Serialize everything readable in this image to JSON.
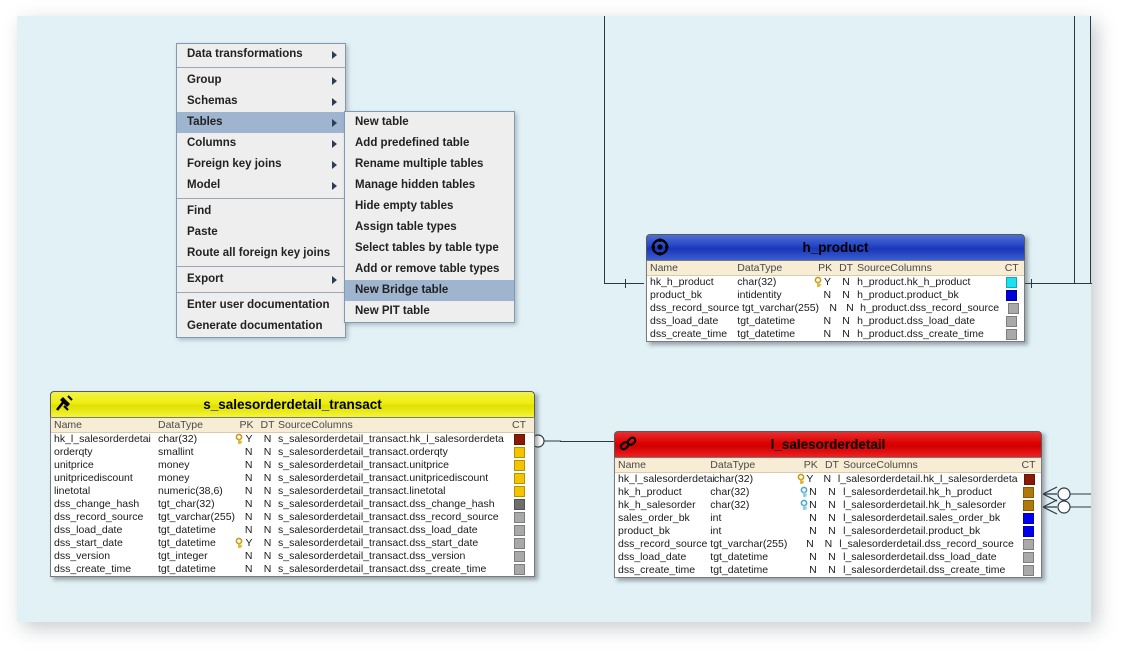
{
  "canvas": {
    "background": "#e2f1f6"
  },
  "menus": {
    "main": {
      "name": "model-context-menu",
      "groups": [
        [
          {
            "label": "Data transformations",
            "submenu": true,
            "selected": false
          }
        ],
        [
          {
            "label": "Group",
            "submenu": true,
            "selected": false
          },
          {
            "label": "Schemas",
            "submenu": true,
            "selected": false
          },
          {
            "label": "Tables",
            "submenu": true,
            "selected": true
          },
          {
            "label": "Columns",
            "submenu": true,
            "selected": false
          },
          {
            "label": "Foreign key joins",
            "submenu": true,
            "selected": false
          },
          {
            "label": "Model",
            "submenu": true,
            "selected": false
          }
        ],
        [
          {
            "label": "Find",
            "submenu": false,
            "selected": false
          },
          {
            "label": "Paste",
            "submenu": false,
            "selected": false
          },
          {
            "label": "Route all foreign key joins",
            "submenu": false,
            "selected": false
          }
        ],
        [
          {
            "label": "Export",
            "submenu": true,
            "selected": false
          }
        ],
        [
          {
            "label": "Enter user documentation",
            "submenu": false,
            "selected": false
          },
          {
            "label": "Generate documentation",
            "submenu": false,
            "selected": false
          }
        ]
      ]
    },
    "submenu": {
      "name": "tables-submenu",
      "items": [
        {
          "label": "New table",
          "selected": false
        },
        {
          "label": "Add predefined table",
          "selected": false
        },
        {
          "label": "Rename multiple tables",
          "selected": false
        },
        {
          "label": "Manage hidden tables",
          "selected": false
        },
        {
          "label": "Hide empty tables",
          "selected": false
        },
        {
          "label": "Assign table types",
          "selected": false
        },
        {
          "label": "Select tables by table type",
          "selected": false
        },
        {
          "label": "Add or remove table types",
          "selected": false
        },
        {
          "label": "New Bridge table",
          "selected": true
        },
        {
          "label": "New PIT table",
          "selected": false
        }
      ]
    }
  },
  "grid_headers": {
    "name": "Name",
    "type": "DataType",
    "pk": "PK",
    "dt": "DT",
    "src": "SourceColumns",
    "ct": "CT"
  },
  "tables": {
    "h_product": {
      "title": "h_product",
      "style": "blue",
      "icon": "hub-icon",
      "rows": [
        {
          "name": "hk_h_product",
          "type": "char(32)",
          "key": "gold",
          "pk": "Y",
          "dt": "N",
          "src": "h_product.hk_h_product",
          "ct": "#1ae0f0"
        },
        {
          "name": "product_bk",
          "type": "intidentity",
          "key": "",
          "pk": "N",
          "dt": "N",
          "src": "h_product.product_bk",
          "ct": "#0000d8"
        },
        {
          "name": "dss_record_source",
          "type": "tgt_varchar(255)",
          "key": "",
          "pk": "N",
          "dt": "N",
          "src": "h_product.dss_record_source",
          "ct": "#a9a9a9"
        },
        {
          "name": "dss_load_date",
          "type": "tgt_datetime",
          "key": "",
          "pk": "N",
          "dt": "N",
          "src": "h_product.dss_load_date",
          "ct": "#a9a9a9"
        },
        {
          "name": "dss_create_time",
          "type": "tgt_datetime",
          "key": "",
          "pk": "N",
          "dt": "N",
          "src": "h_product.dss_create_time",
          "ct": "#a9a9a9"
        }
      ]
    },
    "s_salesorderdetail_transact": {
      "title": "s_salesorderdetail_transact",
      "style": "yellow",
      "icon": "satellite-icon",
      "rows": [
        {
          "name": "hk_l_salesorderdetai",
          "type": "char(32)",
          "key": "gold",
          "pk": "Y",
          "dt": "N",
          "src": "s_salesorderdetail_transact.hk_l_salesorderdeta",
          "ct": "#8a1a08"
        },
        {
          "name": "orderqty",
          "type": "smallint",
          "key": "",
          "pk": "N",
          "dt": "N",
          "src": "s_salesorderdetail_transact.orderqty",
          "ct": "#f5c400"
        },
        {
          "name": "unitprice",
          "type": "money",
          "key": "",
          "pk": "N",
          "dt": "N",
          "src": "s_salesorderdetail_transact.unitprice",
          "ct": "#f5c400"
        },
        {
          "name": "unitpricediscount",
          "type": "money",
          "key": "",
          "pk": "N",
          "dt": "N",
          "src": "s_salesorderdetail_transact.unitpricediscount",
          "ct": "#f5c400"
        },
        {
          "name": "linetotal",
          "type": "numeric(38,6)",
          "key": "",
          "pk": "N",
          "dt": "N",
          "src": "s_salesorderdetail_transact.linetotal",
          "ct": "#f5c400"
        },
        {
          "name": "dss_change_hash",
          "type": "tgt_char(32)",
          "key": "",
          "pk": "N",
          "dt": "N",
          "src": "s_salesorderdetail_transact.dss_change_hash",
          "ct": "#6e6e6e"
        },
        {
          "name": "dss_record_source",
          "type": "tgt_varchar(255)",
          "key": "",
          "pk": "N",
          "dt": "N",
          "src": "s_salesorderdetail_transact.dss_record_source",
          "ct": "#a9a9a9"
        },
        {
          "name": "dss_load_date",
          "type": "tgt_datetime",
          "key": "",
          "pk": "N",
          "dt": "N",
          "src": "s_salesorderdetail_transact.dss_load_date",
          "ct": "#a9a9a9"
        },
        {
          "name": "dss_start_date",
          "type": "tgt_datetime",
          "key": "gold",
          "pk": "Y",
          "dt": "N",
          "src": "s_salesorderdetail_transact.dss_start_date",
          "ct": "#a9a9a9"
        },
        {
          "name": "dss_version",
          "type": "tgt_integer",
          "key": "",
          "pk": "N",
          "dt": "N",
          "src": "s_salesorderdetail_transact.dss_version",
          "ct": "#a9a9a9"
        },
        {
          "name": "dss_create_time",
          "type": "tgt_datetime",
          "key": "",
          "pk": "N",
          "dt": "N",
          "src": "s_salesorderdetail_transact.dss_create_time",
          "ct": "#a9a9a9"
        }
      ]
    },
    "l_salesorderdetail": {
      "title": "l_salesorderdetail",
      "style": "red",
      "icon": "link-chain-icon",
      "rows": [
        {
          "name": "hk_l_salesorderdetai",
          "type": "char(32)",
          "key": "gold",
          "pk": "Y",
          "dt": "N",
          "src": "l_salesorderdetail.hk_l_salesorderdeta",
          "ct": "#8a1a08"
        },
        {
          "name": "hk_h_product",
          "type": "char(32)",
          "key": "blue",
          "pk": "N",
          "dt": "N",
          "src": "l_salesorderdetail.hk_h_product",
          "ct": "#b07a08"
        },
        {
          "name": "hk_h_salesorder",
          "type": "char(32)",
          "key": "blue",
          "pk": "N",
          "dt": "N",
          "src": "l_salesorderdetail.hk_h_salesorder",
          "ct": "#b07a08"
        },
        {
          "name": "sales_order_bk",
          "type": "int",
          "key": "",
          "pk": "N",
          "dt": "N",
          "src": "l_salesorderdetail.sales_order_bk",
          "ct": "#0000ee"
        },
        {
          "name": "product_bk",
          "type": "int",
          "key": "",
          "pk": "N",
          "dt": "N",
          "src": "l_salesorderdetail.product_bk",
          "ct": "#0000ee"
        },
        {
          "name": "dss_record_source",
          "type": "tgt_varchar(255)",
          "key": "",
          "pk": "N",
          "dt": "N",
          "src": "l_salesorderdetail.dss_record_source",
          "ct": "#a9a9a9"
        },
        {
          "name": "dss_load_date",
          "type": "tgt_datetime",
          "key": "",
          "pk": "N",
          "dt": "N",
          "src": "l_salesorderdetail.dss_load_date",
          "ct": "#a9a9a9"
        },
        {
          "name": "dss_create_time",
          "type": "tgt_datetime",
          "key": "",
          "pk": "N",
          "dt": "N",
          "src": "l_salesorderdetail.dss_create_time",
          "ct": "#a9a9a9"
        }
      ]
    }
  }
}
